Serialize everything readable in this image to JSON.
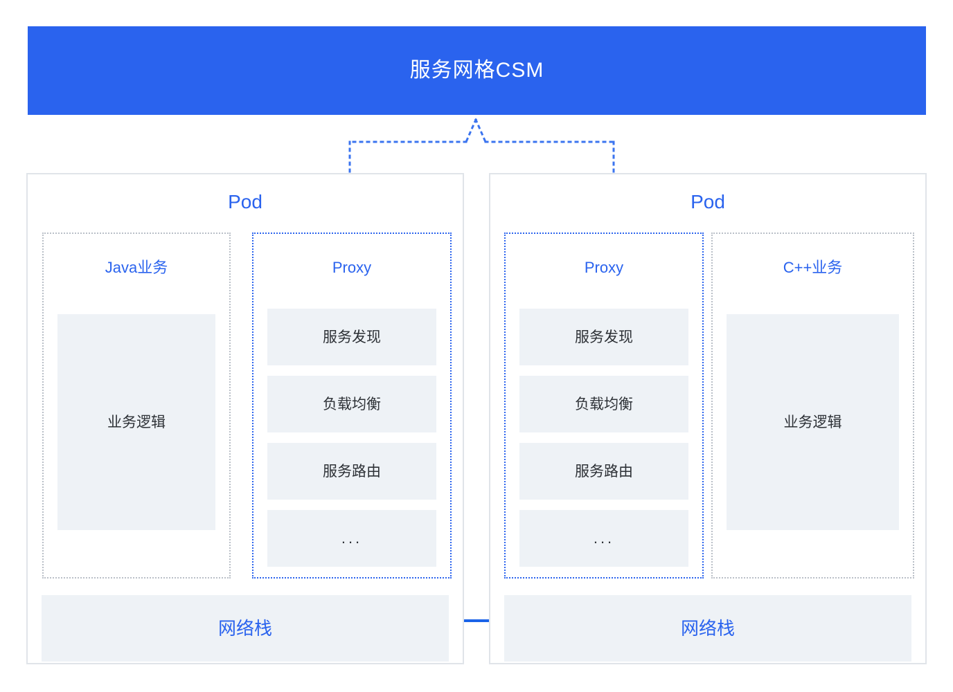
{
  "banner": {
    "title": "服务网格CSM"
  },
  "colors": {
    "brand_blue": "#2a63ee",
    "line_blue": "#1a63e8",
    "block_fill": "#eef2f6",
    "pod_border": "#e0e4e9",
    "dotted_gray": "#b9bfc7",
    "text_dark": "#2d3136",
    "background": "#ffffff"
  },
  "pods": [
    {
      "title": "Pod",
      "business_unit": {
        "title": "Java业务",
        "border_style": "dotted-gray",
        "logic_label": "业务逻辑"
      },
      "proxy_unit": {
        "title": "Proxy",
        "border_style": "dotted-blue",
        "features": [
          "服务发现",
          "负载均衡",
          "服务路由",
          "..."
        ]
      },
      "network_stack": {
        "label": "网络栈"
      },
      "order": "business-left"
    },
    {
      "title": "Pod",
      "business_unit": {
        "title": "C++业务",
        "border_style": "dotted-gray",
        "logic_label": "业务逻辑"
      },
      "proxy_unit": {
        "title": "Proxy",
        "border_style": "dotted-blue",
        "features": [
          "服务发现",
          "负载均衡",
          "服务路由",
          "..."
        ]
      },
      "network_stack": {
        "label": "网络栈"
      },
      "order": "proxy-left"
    }
  ],
  "connectors": {
    "mesh_to_proxy": "dotted-blue-branching",
    "business_to_proxy": "solid-blue-short",
    "proxy_to_netstack": "solid-blue-vertical",
    "netstack_to_netstack": "solid-blue-horizontal"
  }
}
